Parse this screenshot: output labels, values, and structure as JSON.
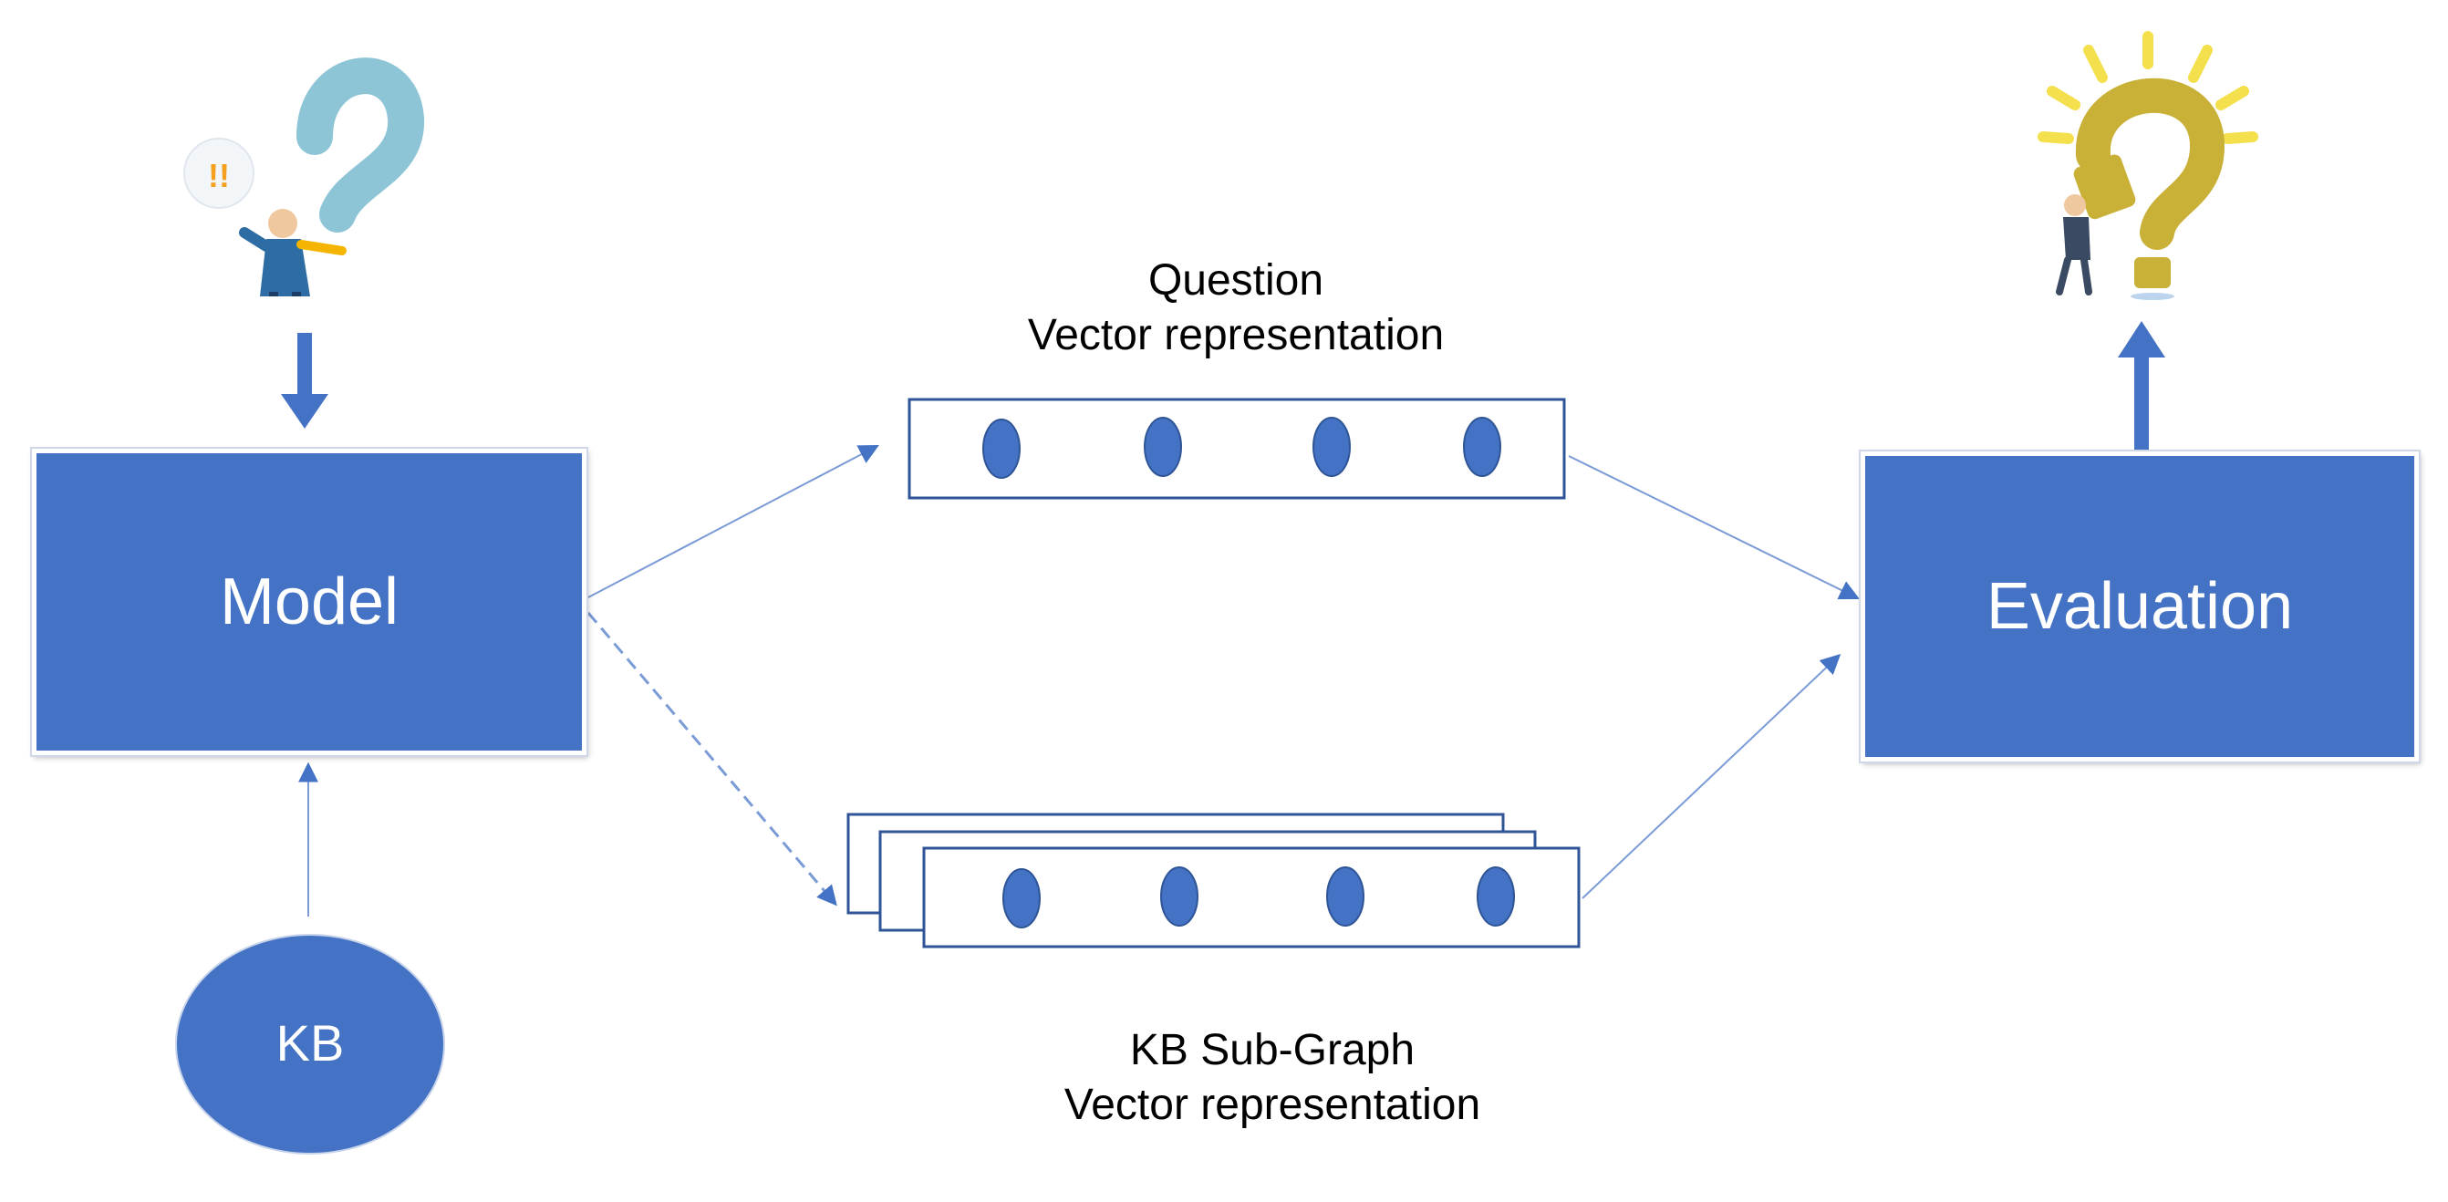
{
  "nodes": {
    "model": {
      "label": "Model"
    },
    "evaluation": {
      "label": "Evaluation"
    },
    "kb": {
      "label": "KB"
    }
  },
  "captions": {
    "question_line1": "Question",
    "question_line2": "Vector representation",
    "kb_line1": "KB Sub-Graph",
    "kb_line2": "Vector representation"
  },
  "icons": {
    "question_person": "person-question-icon",
    "idea_bulb": "lightbulb-question-icon"
  },
  "colors": {
    "primary": "#4472C4",
    "question_mark": "#8EC5D6",
    "bulb": "#C9B037",
    "ray": "#F4E04D"
  }
}
